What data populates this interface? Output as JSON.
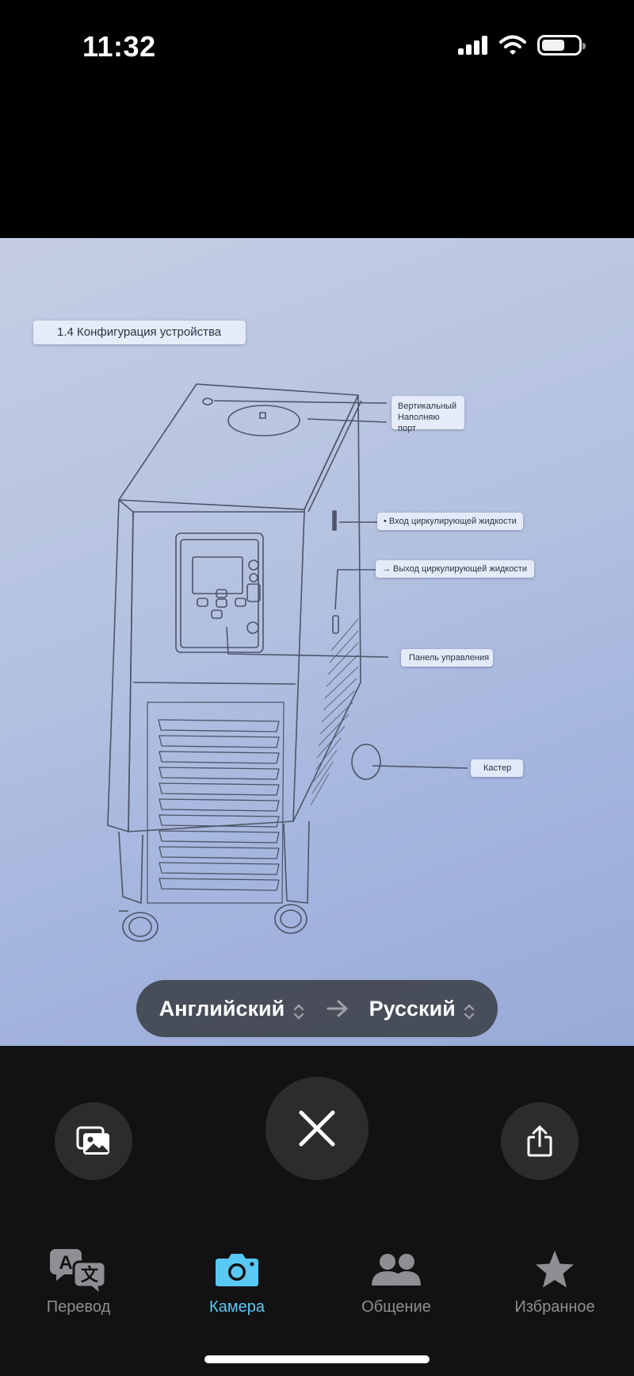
{
  "status_bar": {
    "time": "11:32",
    "signal_icon": "cellular-signal-icon",
    "wifi_icon": "wifi-icon",
    "battery_icon": "battery-icon"
  },
  "photo": {
    "title": "1.4 Конфигурация устройства",
    "callouts": {
      "fill_port": "Вертикальный Наполняю порт",
      "inlet": "• Вход циркулирующей жидкости",
      "outlet": "→ Выход циркулирующей жидкости",
      "control_panel": "Панель управления",
      "caster": "Кастер"
    }
  },
  "language_selector": {
    "source": "Английский",
    "target": "Русский",
    "arrow_icon": "arrow-right-icon"
  },
  "actions": {
    "gallery_icon": "photo-gallery-icon",
    "close_icon": "close-icon",
    "share_icon": "share-icon"
  },
  "tabs": [
    {
      "label": "Перевод",
      "icon": "translate-icon",
      "active": false
    },
    {
      "label": "Камера",
      "icon": "camera-icon",
      "active": true
    },
    {
      "label": "Общение",
      "icon": "people-icon",
      "active": false
    },
    {
      "label": "Избранное",
      "icon": "star-icon",
      "active": false
    }
  ],
  "colors": {
    "accent": "#5ac8f5",
    "inactive": "#8e8e93",
    "background": "#121212",
    "button": "#2c2c2e"
  }
}
